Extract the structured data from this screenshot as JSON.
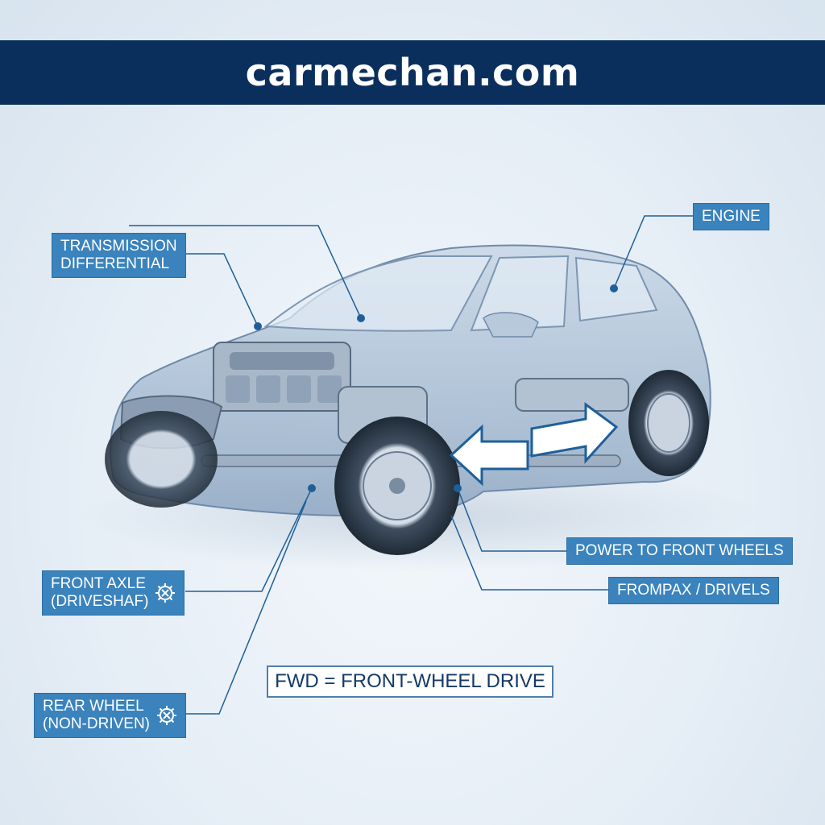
{
  "site": {
    "title": "carmechan.com"
  },
  "labels": {
    "transmission": {
      "line1": "TRANSMISSION",
      "line2": "DIFFERENTIAL"
    },
    "engine": "ENGINE",
    "power_front": "POWER TO FRONT WHEELS",
    "front_drivels": "FROMPAX / DRIVELS",
    "front_axle": {
      "line1": "FRONT AXLE",
      "line2": "(DRIVESHAF)",
      "icon": "gear-cross-icon"
    },
    "rear_wheel": {
      "line1": "REAR WHEEL",
      "line2": "(NON-DRIVEN)",
      "icon": "gear-cross-icon"
    }
  },
  "caption": "FWD = FRONT-WHEEL DRIVE",
  "colors": {
    "banner": "#0a2f5c",
    "label_bg": "#3a83bd",
    "leader_line": "#1f5f99",
    "caption_text": "#143a66"
  }
}
